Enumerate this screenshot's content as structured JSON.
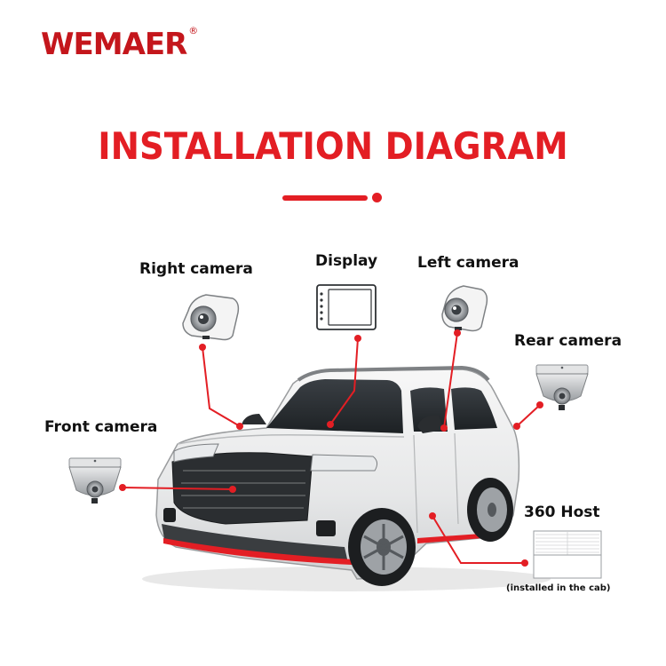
{
  "brand": {
    "name": "WEMAER",
    "registered_mark": "®",
    "color": "#c4161c"
  },
  "title": "INSTALLATION DIAGRAM",
  "accent_color": "#e31e24",
  "components": [
    {
      "id": "right-camera",
      "label": "Right camera",
      "icon": "side-camera-icon"
    },
    {
      "id": "display",
      "label": "Display",
      "icon": "monitor-icon"
    },
    {
      "id": "left-camera",
      "label": "Left camera",
      "icon": "side-camera-icon"
    },
    {
      "id": "rear-camera",
      "label": "Rear camera",
      "icon": "dome-camera-icon"
    },
    {
      "id": "front-camera",
      "label": "Front camera",
      "icon": "dome-camera-icon"
    },
    {
      "id": "host",
      "label": "360 Host",
      "note": "(installed in the cab)",
      "icon": "host-box-icon"
    }
  ],
  "vehicle": {
    "icon": "suv-car-icon",
    "body_color": "#eeeff0"
  }
}
